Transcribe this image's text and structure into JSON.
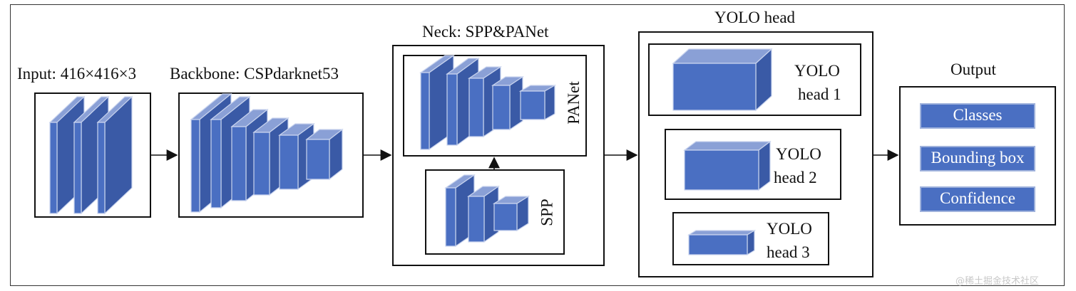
{
  "input_label": "Input: 416×416×3",
  "backbone_label": "Backbone: CSPdarknet53",
  "neck_label": "Neck: SPP&PANet",
  "panet_label": "PANet",
  "spp_label": "SPP",
  "head_section_label": "YOLO head",
  "heads": [
    {
      "line1": "YOLO",
      "line2": "head 1"
    },
    {
      "line1": "YOLO",
      "line2": "head 2"
    },
    {
      "line1": "YOLO",
      "line2": "head 3"
    }
  ],
  "output_label": "Output",
  "outputs": [
    "Classes",
    "Bounding box",
    "Confidence"
  ],
  "watermark": "@稀土掘金技术社区",
  "colors": {
    "block_front": "#4a6fc2",
    "block_top": "#8aa0d6",
    "block_side": "#3a5aa6",
    "edge": "#c9d4ee"
  }
}
